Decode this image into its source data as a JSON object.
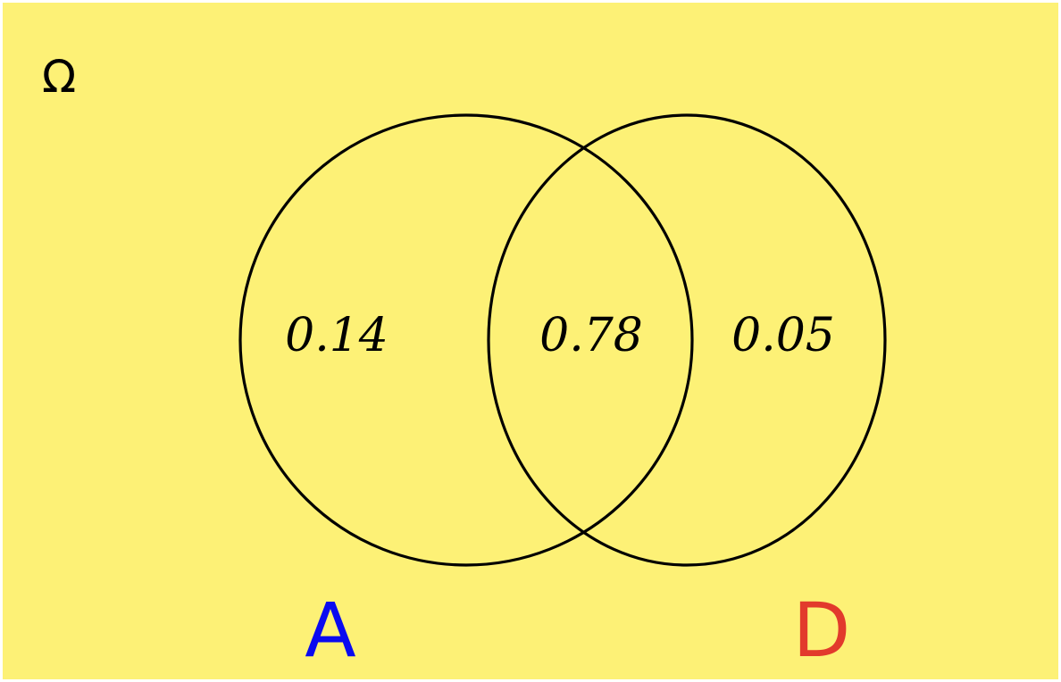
{
  "universe": {
    "symbol": "Ω",
    "background_color": "#fdf176"
  },
  "sets": [
    {
      "id": "A",
      "label": "A",
      "color": "#0a0af0"
    },
    {
      "id": "D",
      "label": "D",
      "color": "#e23a2c"
    }
  ],
  "regions": {
    "only_a": "0.14",
    "a_and_d": "0.78",
    "only_d": "0.05"
  }
}
